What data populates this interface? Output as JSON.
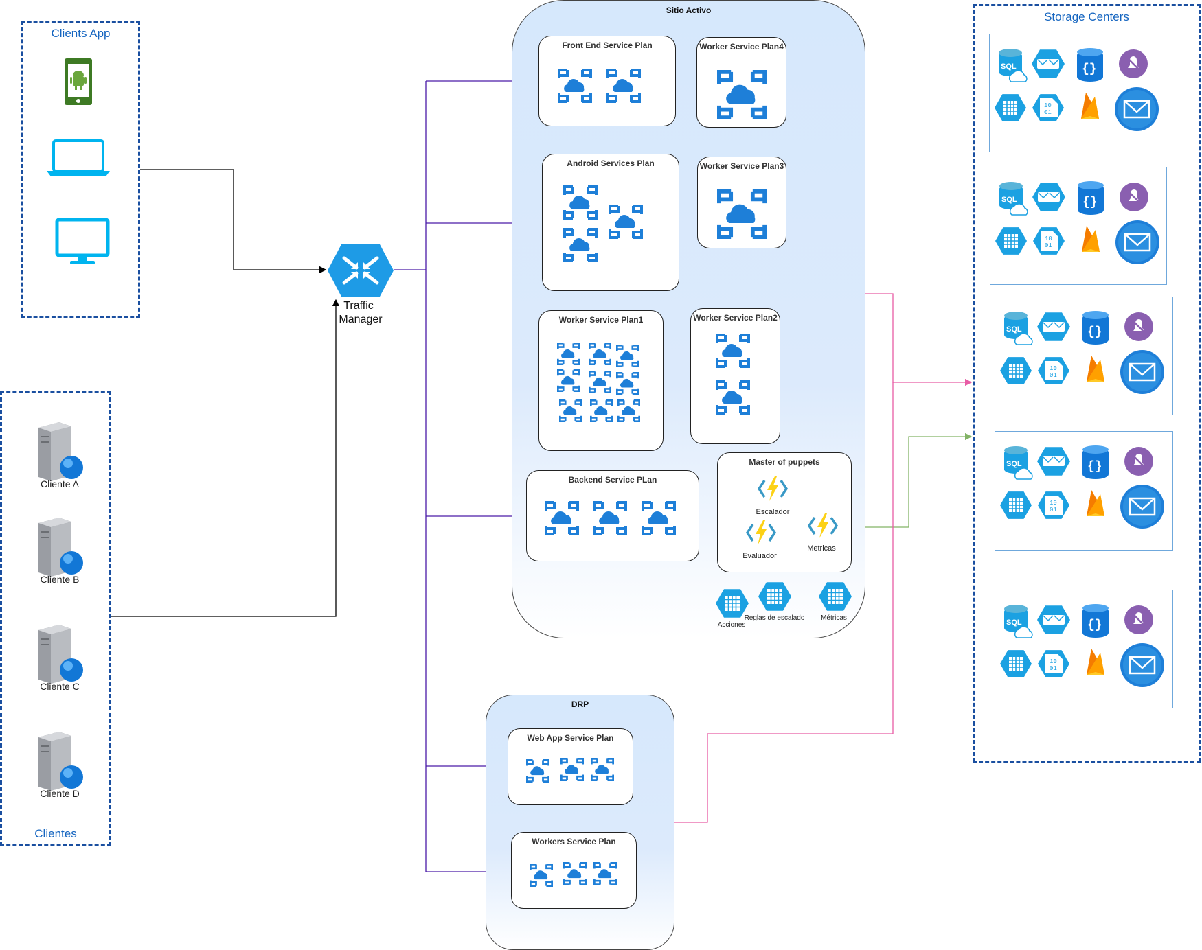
{
  "clients_app": {
    "title": "Clients App"
  },
  "clientes": {
    "title": "Clientes",
    "items": [
      "Cliente A",
      "Cliente B",
      "Cliente C",
      "Cliente D"
    ]
  },
  "traffic_manager": {
    "label": "Traffic\nManager",
    "line1": "Traffic",
    "line2": "Manager"
  },
  "sitio_activo": {
    "title": "Sitio Activo",
    "plans": {
      "front_end": "Front End Service Plan",
      "worker4": "Worker Service Plan4",
      "android": "Android Services Plan",
      "worker3": "Worker Service Plan3",
      "worker1": "Worker Service Plan1",
      "worker2": "Worker Service Plan2",
      "backend": "Backend Service PLan",
      "master": "Master of puppets"
    },
    "functions": {
      "escalador": "Escalador",
      "evaluador": "Evaluador",
      "metricas": "Metricas"
    },
    "tables": {
      "acciones": "Acciones",
      "reglas": "Reglas de escalado",
      "metricas": "Métricas"
    }
  },
  "drp": {
    "title": "DRP",
    "plans": {
      "web_app": "Web App Service Plan",
      "workers": "Workers Service Plan"
    }
  },
  "storage": {
    "title": "Storage Centers",
    "sql_text": "SQL",
    "binary_text": "10\n01"
  },
  "colors": {
    "azure_blue": "#1e7fd8",
    "hex_cyan": "#1ba1e2",
    "traffic_purple": "#4a1aa8",
    "green_link": "#82b366",
    "pink_link": "#e85ca5",
    "group_border": "#1a4fa0"
  }
}
